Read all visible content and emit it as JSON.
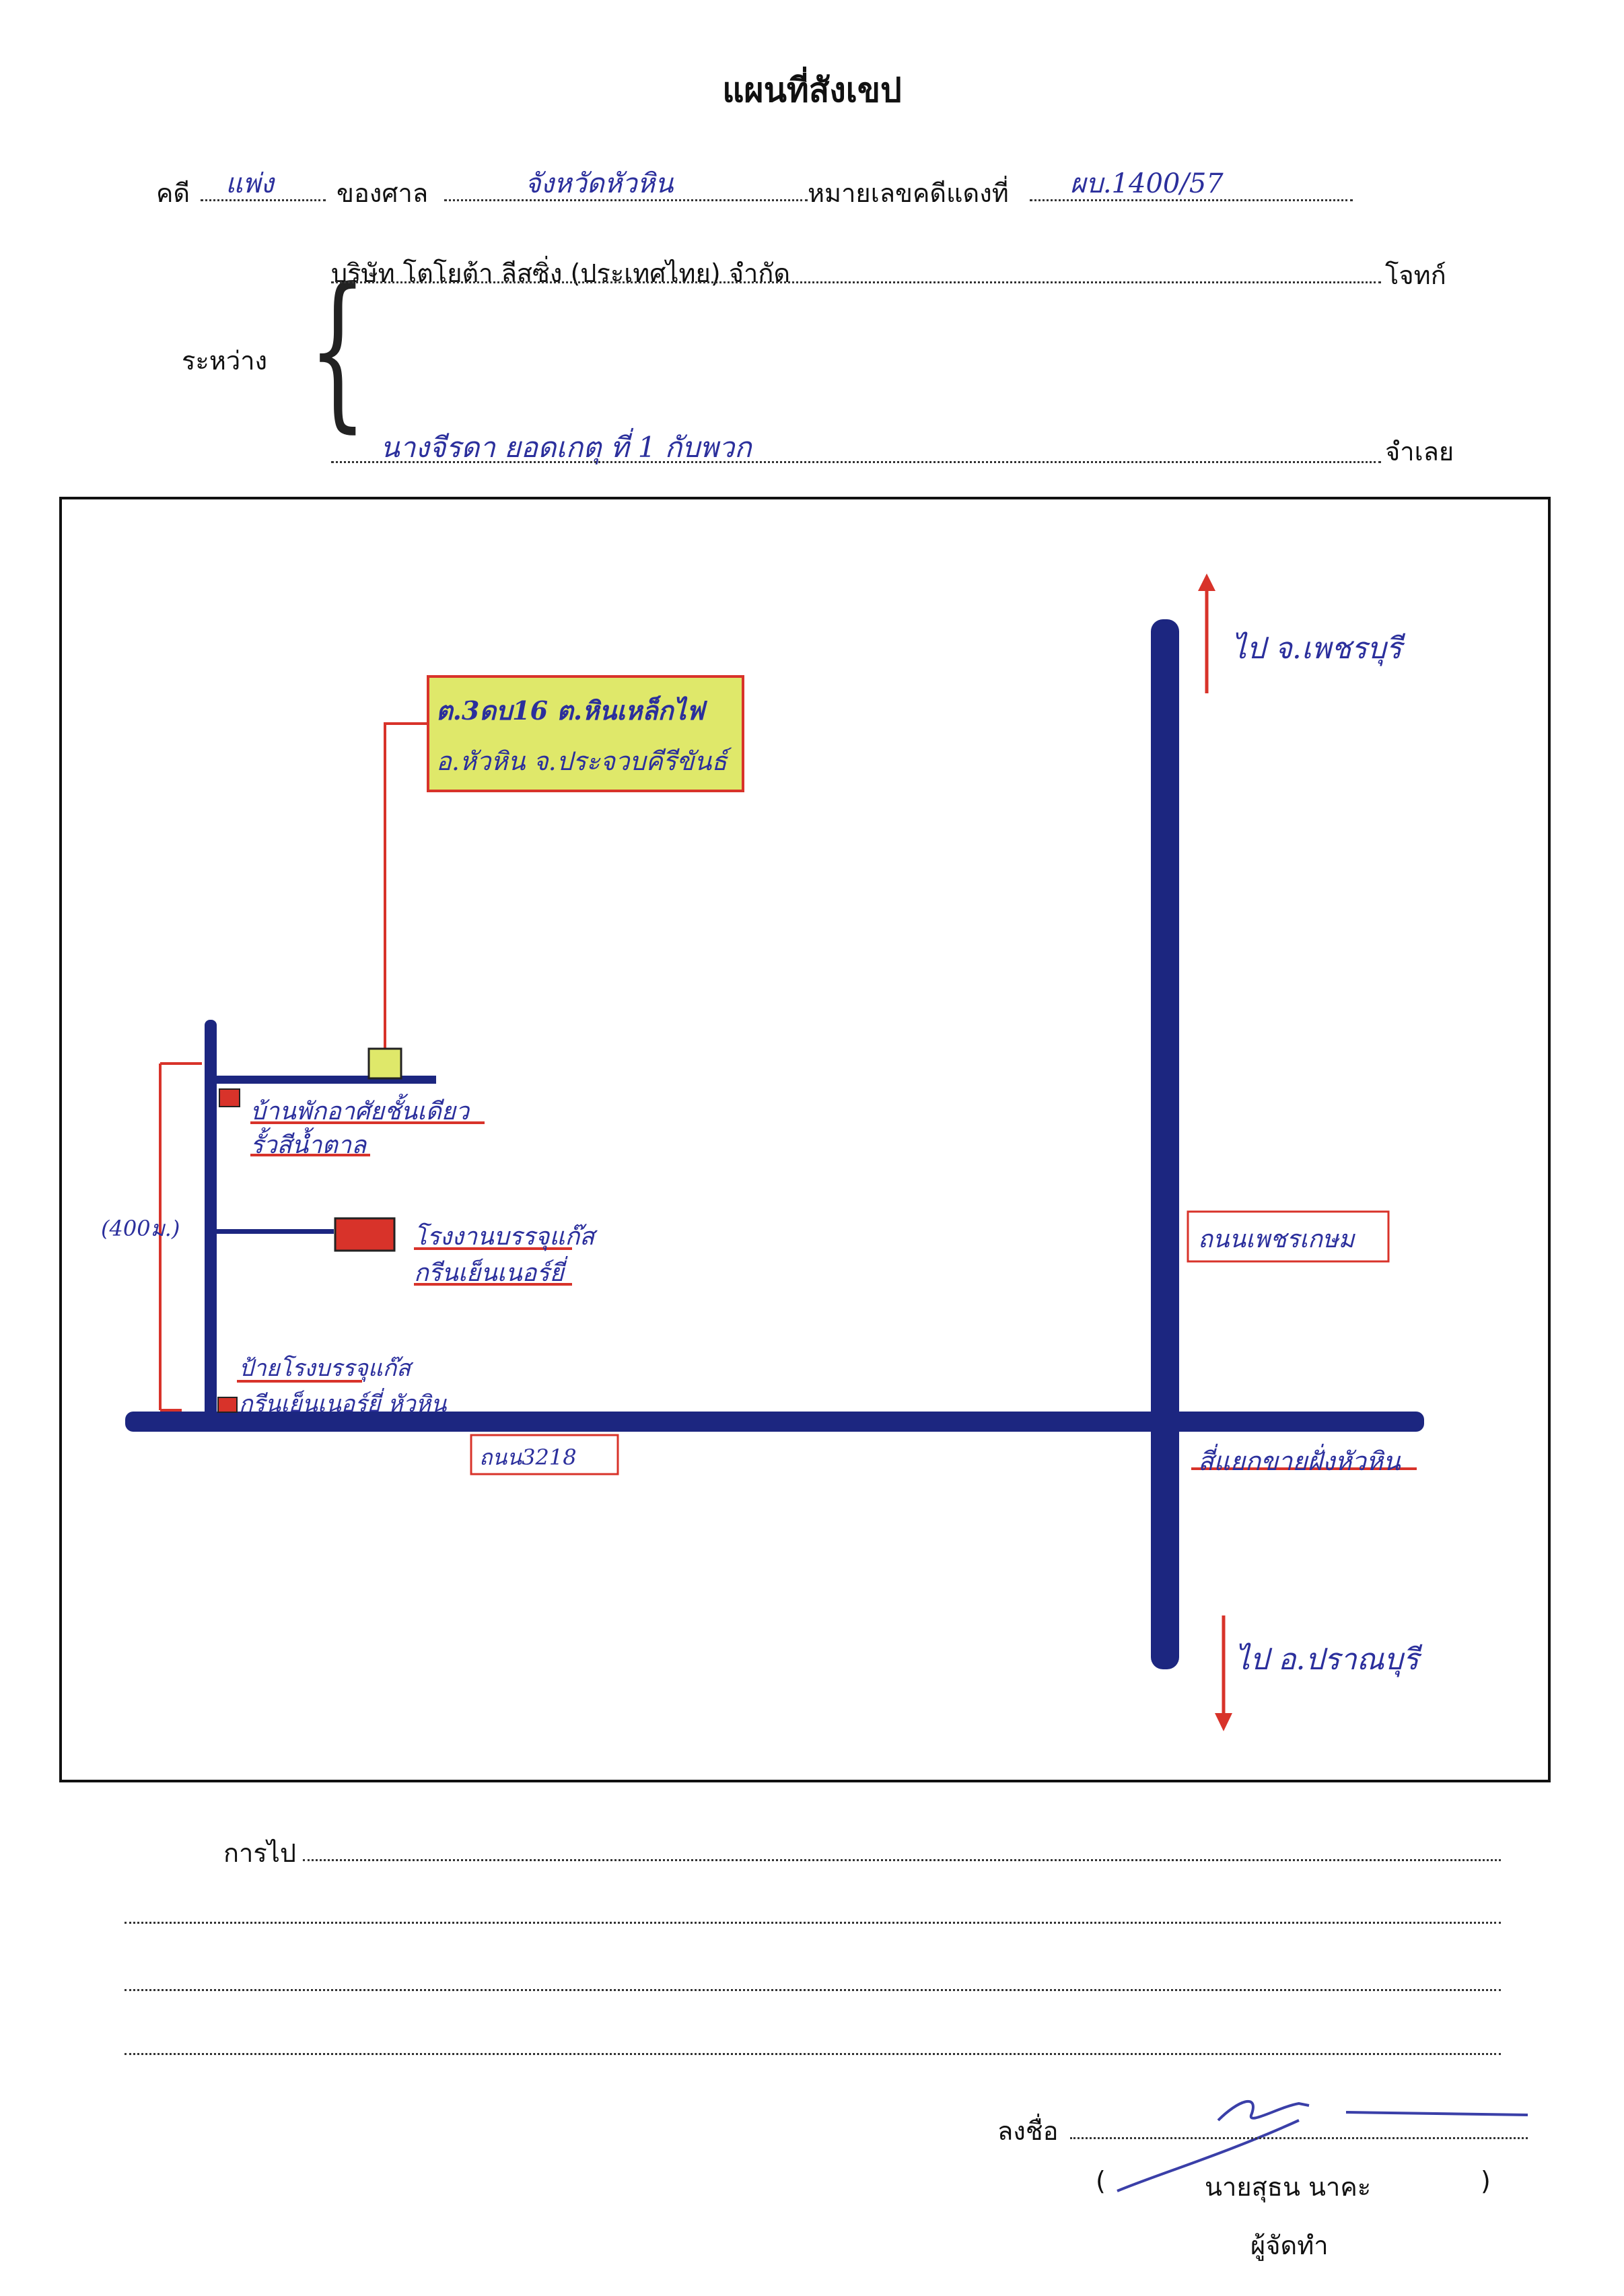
{
  "document": {
    "title": "แผนที่สังเขป",
    "case_label": "คดี",
    "case_type": "แพ่ง",
    "court_label": "ของศาล",
    "court_name": "จังหวัดหัวหิน",
    "red_case_label": "หมายเลขคดีแดงที่",
    "red_case_number": "ผบ.1400/57",
    "between_label": "ระหว่าง",
    "plaintiff_name": "บริษัท โตโยต้า ลีสซิ่ง (ประเทศไทย) จำกัด",
    "plaintiff_label": "โจทก์",
    "defendant_name": "นางจีรดา ยอดเกตุ ที่ 1 กับพวก",
    "defendant_label": "จำเลย"
  },
  "map": {
    "target_location_line1": "ต.3ดบ16 ต.หินเหล็กไฟ",
    "target_location_line2": "อ.หัวหิน จ.ประจวบคีรีขันธ์",
    "arrow_north_label": "ไป จ.เพชรบุรี",
    "arrow_south_label": "ไป อ.ปราณบุรี",
    "main_road_label": "ถนนเพชรเกษม",
    "side_road_label": "ถนน3218",
    "intersection_label": "สี่แยกขายฝั่งหัวหิน",
    "distance_label": "(400ม.)",
    "landmark1_line1": "บ้านพักอาศัยชั้นเดียว",
    "landmark1_line2": "รั้วสีน้ำตาล",
    "landmark2_line1": "โรงงานบรรจุแก๊ส",
    "landmark2_line2": "กรีนเย็นเนอร์ยี่",
    "landmark3_line1": "ป้ายโรงบรรจุแก๊ส",
    "landmark3_line2": "กรีนเย็นเนอร์ยี่ หัวหิน",
    "road_color": "#1c2680",
    "marker_color": "#d8332a",
    "target_color": "#dfe86a",
    "ink_color": "#2b2f9c"
  },
  "footer": {
    "directions_label": "การไป",
    "sign_label": "ลงชื่อ",
    "preparer_open": "(",
    "preparer_name": "นายสุธน นาคะ",
    "preparer_close": ")",
    "preparer_role": "ผู้จัดทำ"
  }
}
